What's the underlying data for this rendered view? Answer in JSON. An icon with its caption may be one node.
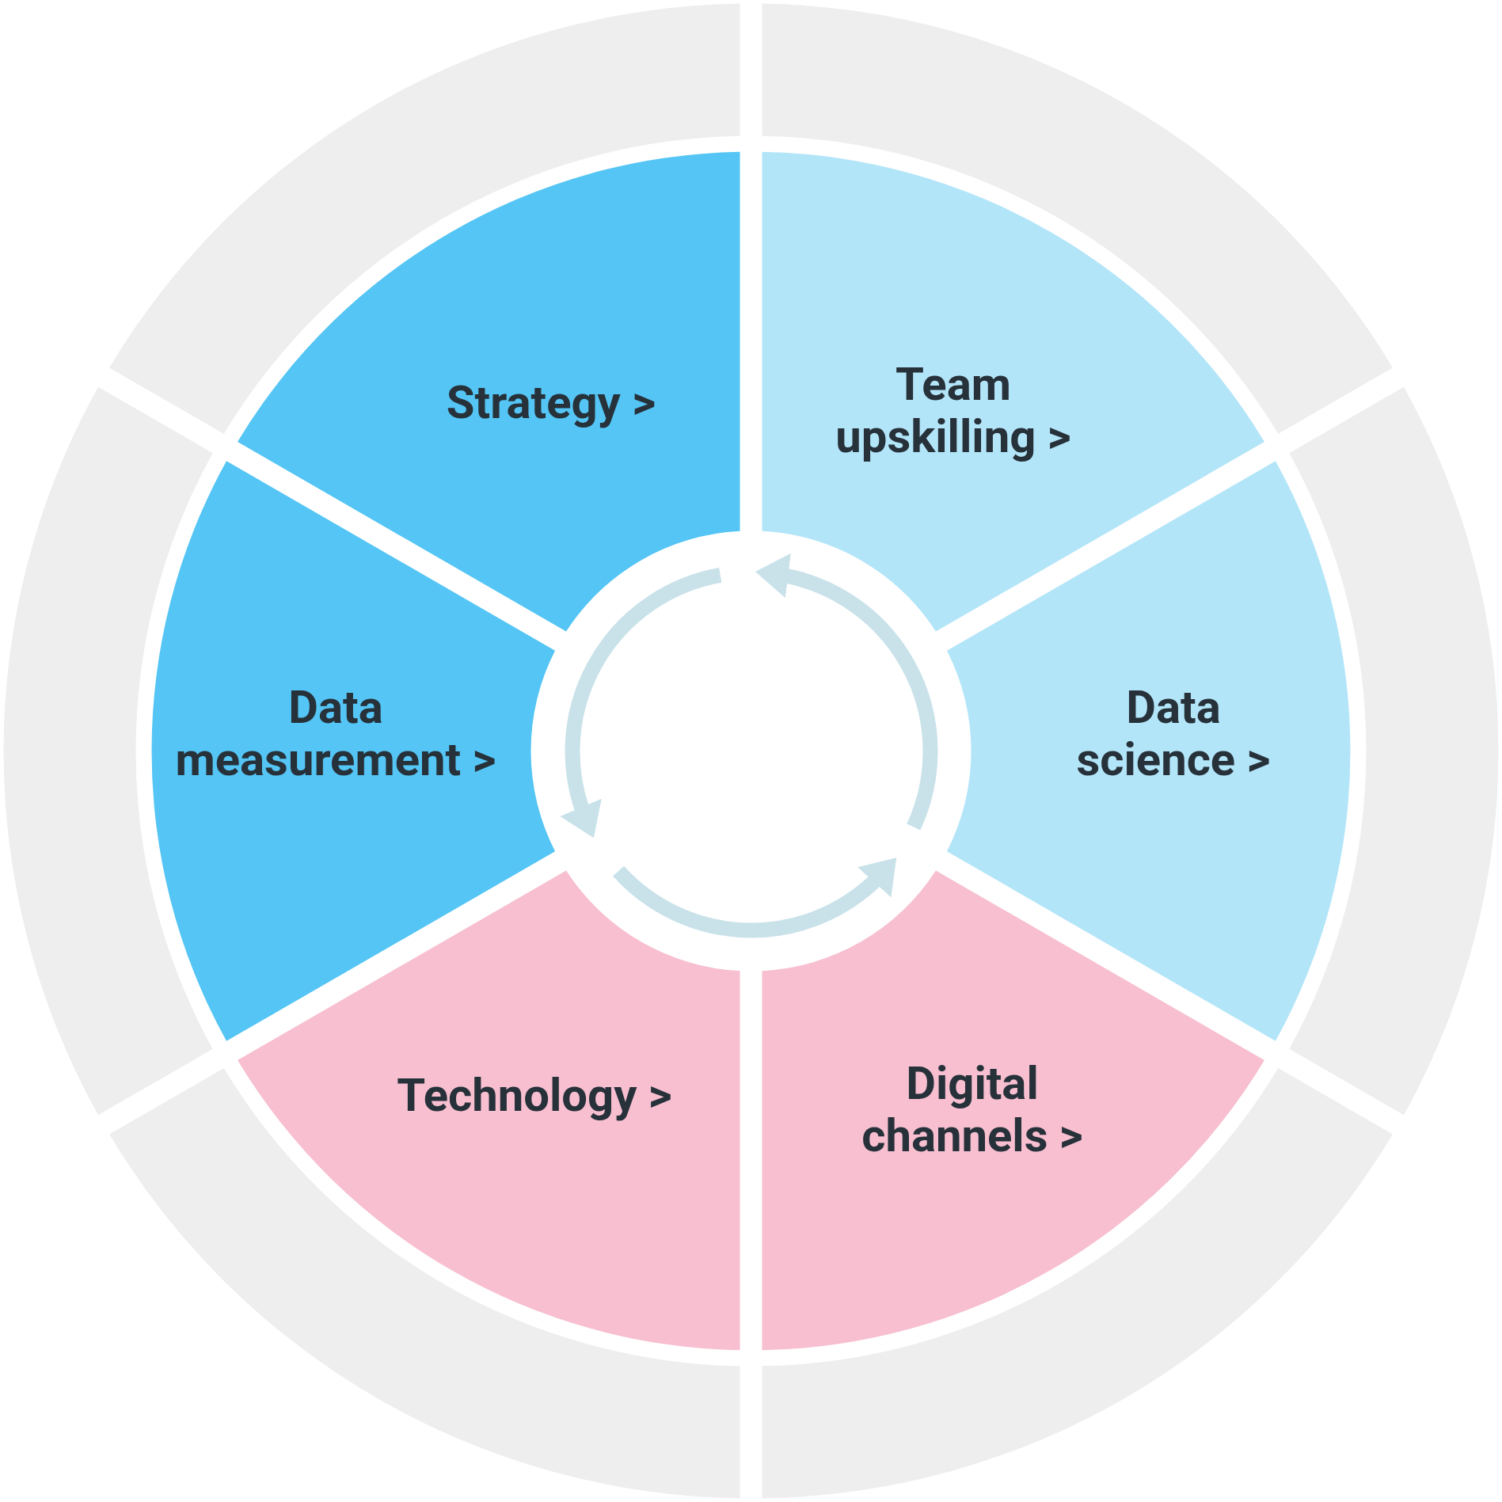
{
  "diagram": {
    "nodes": [
      {
        "text": [
          "Strategy >"
        ]
      },
      {
        "text": [
          "Team upskilling >"
        ]
      },
      {
        "text": [
          "Data science >"
        ]
      },
      {
        "text": [
          "Digital channels >"
        ]
      },
      {
        "text": [
          "Technology >"
        ]
      },
      {
        "text": [
          "Data measurement >"
        ]
      },
      {
        "text": [],
        "shape": "band"
      },
      {
        "text": [],
        "shape": "band"
      },
      {
        "text": [],
        "shape": "band"
      },
      {
        "text": [],
        "shape": "band"
      },
      {
        "text": [],
        "shape": "band"
      },
      {
        "text": [],
        "shape": "band"
      }
    ]
  }
}
